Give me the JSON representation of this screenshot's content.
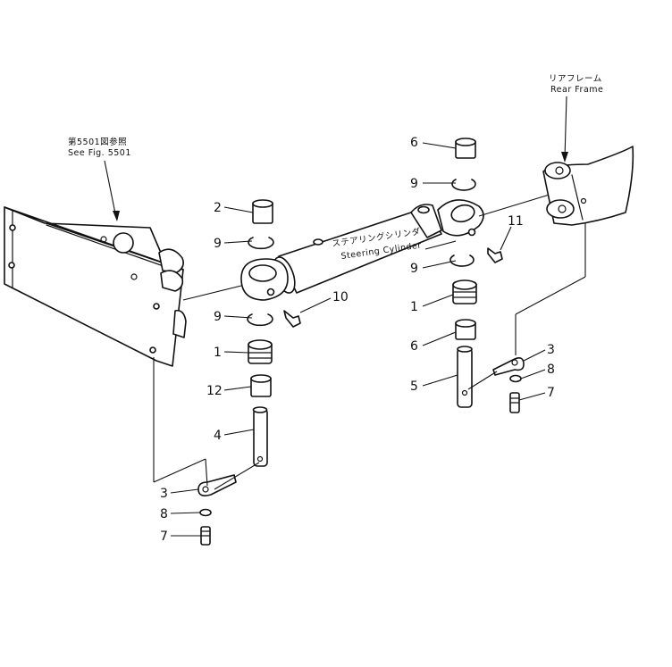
{
  "callouts": {
    "front_ref_jp": "第5501図参照",
    "front_ref_en": "See Fig. 5501",
    "rear_frame_jp": "リアフレーム",
    "rear_frame_en": "Rear Frame",
    "cylinder_jp": "ステアリングシリンダ",
    "cylinder_en": "Steering Cylinder"
  },
  "part_numbers": {
    "bushing_upper_left": "2",
    "snap_ring_upper_left": "9",
    "snap_ring_lower_left": "9",
    "seal_left": "1",
    "spacer_left": "12",
    "pin_left": "4",
    "plate_left": "3",
    "washer_left": "8",
    "bolt_left": "7",
    "grease_fitting_left": "10",
    "grease_fitting_right": "11",
    "bushing_top_right": "6",
    "snap_ring_upper_right": "9",
    "snap_ring_lower_right": "9",
    "seal_right": "1",
    "bushing_lower_right": "6",
    "pin_right": "5",
    "plate_right": "3",
    "washer_right": "8",
    "bolt_right": "7"
  }
}
